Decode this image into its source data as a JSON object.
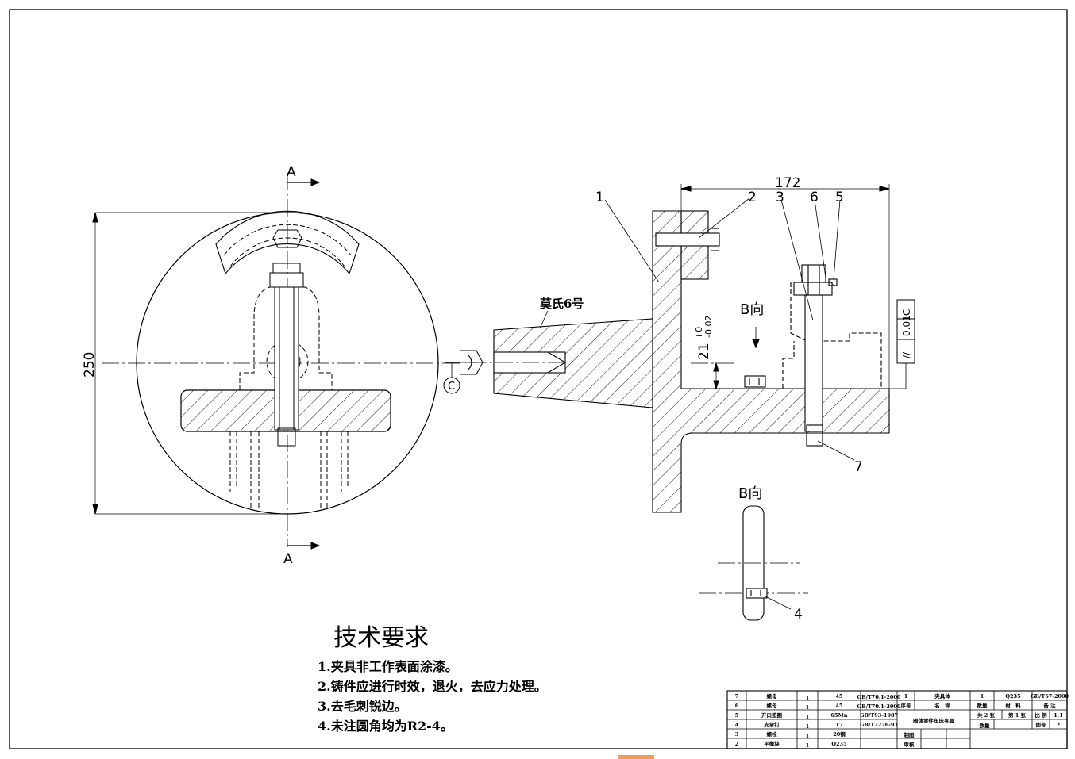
{
  "drawing": {
    "section_a": "A",
    "section_a_bottom": "A",
    "dim_250": "250",
    "dim_172": "172",
    "dim_21": "21",
    "tol_upper": "+0",
    "tol_lower": "-0.02",
    "taper_label": "莫氏6号",
    "datum": "C",
    "gdt_symbol": "//",
    "gdt_value": "0.01",
    "gdt_datum": "C",
    "view_b_label": "B向",
    "view_b_title": "B向",
    "balloons": [
      "1",
      "2",
      "3",
      "6",
      "5",
      "7",
      "4"
    ]
  },
  "tech": {
    "title": "技术要求",
    "items": [
      "1.夹具非工作表面涂漆。",
      "2.铸件应进行时效，退火，去应力处理。",
      "3.去毛刺锐边。",
      "4.未注圆角均为R2-4。"
    ]
  },
  "bom": {
    "rows": [
      {
        "no": "7",
        "name": "螺母",
        "qty": "1",
        "mat": "45",
        "std": "GB/T70.1-2000"
      },
      {
        "no": "6",
        "name": "螺母",
        "qty": "1",
        "mat": "45",
        "std": "GB/T70.1-2000"
      },
      {
        "no": "5",
        "name": "开口垫圈",
        "qty": "1",
        "mat": "65Mn",
        "std": "GB/T93-1987"
      },
      {
        "no": "4",
        "name": "支承钉",
        "qty": "1",
        "mat": "T7",
        "std": "GB/T2226-91"
      },
      {
        "no": "3",
        "name": "螺栓",
        "qty": "1",
        "mat": "20钢",
        "std": ""
      },
      {
        "no": "2",
        "name": "平衡块",
        "qty": "1",
        "mat": "Q235",
        "std": ""
      }
    ]
  },
  "titleblock": {
    "row1": {
      "no": "1",
      "name": "夹具体",
      "qty": "1",
      "mat": "Q235",
      "std": "GB/T67-2000"
    },
    "hdr_no": "序号",
    "hdr_name": "名　称",
    "hdr_qty": "数量",
    "hdr_mat": "材　料",
    "hdr_note": "备 注",
    "drawing_name": "阀体零件车床夹具",
    "sheets_total": "共 2 张",
    "sheet_no": "第 1 张",
    "scale_label": "比 例",
    "scale": "1:1",
    "qty_label": "数量",
    "dwg_label": "图号",
    "dwg_no": "2",
    "drawn": "制图",
    "checked": "审核"
  }
}
